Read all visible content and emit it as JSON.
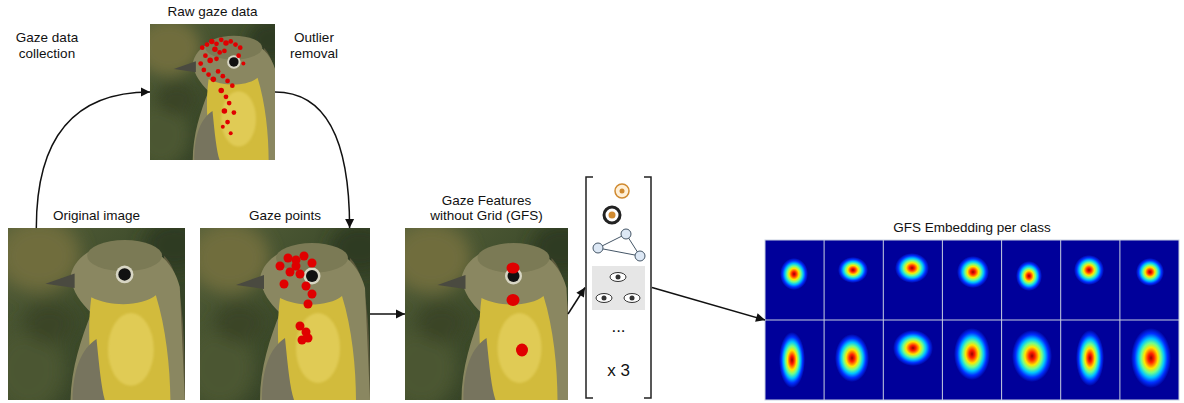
{
  "diagram": {
    "nodes": [
      {
        "text": [
          "Raw gaze data"
        ]
      },
      {
        "text": [
          "Original image"
        ]
      },
      {
        "text": [
          "Gaze points"
        ]
      },
      {
        "text": [
          "Gaze Features without Grid (GFS)"
        ]
      },
      {
        "text": [
          "...",
          "x 3"
        ]
      },
      {
        "text": [
          "GFS Embedding per class"
        ]
      }
    ],
    "edges": [
      {
        "from": 1,
        "to": 0,
        "arrow": "to",
        "label": "Gaze data collection"
      },
      {
        "from": 0,
        "to": 2,
        "arrow": "to",
        "label": "Outlier removal"
      },
      {
        "from": 2,
        "to": 3,
        "arrow": "to"
      },
      {
        "from": 3,
        "to": 4,
        "arrow": "to"
      },
      {
        "from": 4,
        "to": 5,
        "arrow": "to"
      }
    ]
  }
}
